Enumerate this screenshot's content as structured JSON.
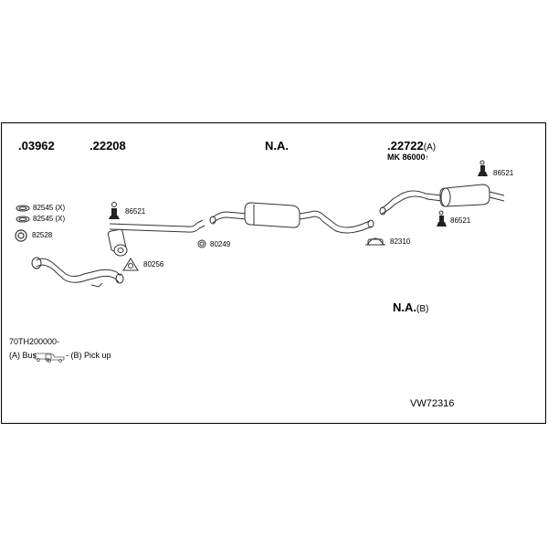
{
  "header": {
    "p1": ".03962",
    "p2": ".22208",
    "p3": "N.A.",
    "p4": ".22722",
    "p4_variant": "(A)",
    "mk": "MK  86000",
    "mk_mark": "↑"
  },
  "parts": {
    "clamp1": "82545 (X)",
    "clamp2": "82545 (X)",
    "ring": "82528",
    "mount_front": "86521",
    "gasket_tri": "80256",
    "ring_small": "80249",
    "clamp_u": "82310",
    "mount_rear_top": "86521",
    "mount_rear_bottom": "86521"
  },
  "notes": {
    "na_b": "N.A.",
    "na_b_variant": "(B)",
    "serial": "70TH200000-",
    "legend_a": "(A) Bus",
    "legend_b": "- (B) Pick up",
    "code": "VW72316"
  }
}
